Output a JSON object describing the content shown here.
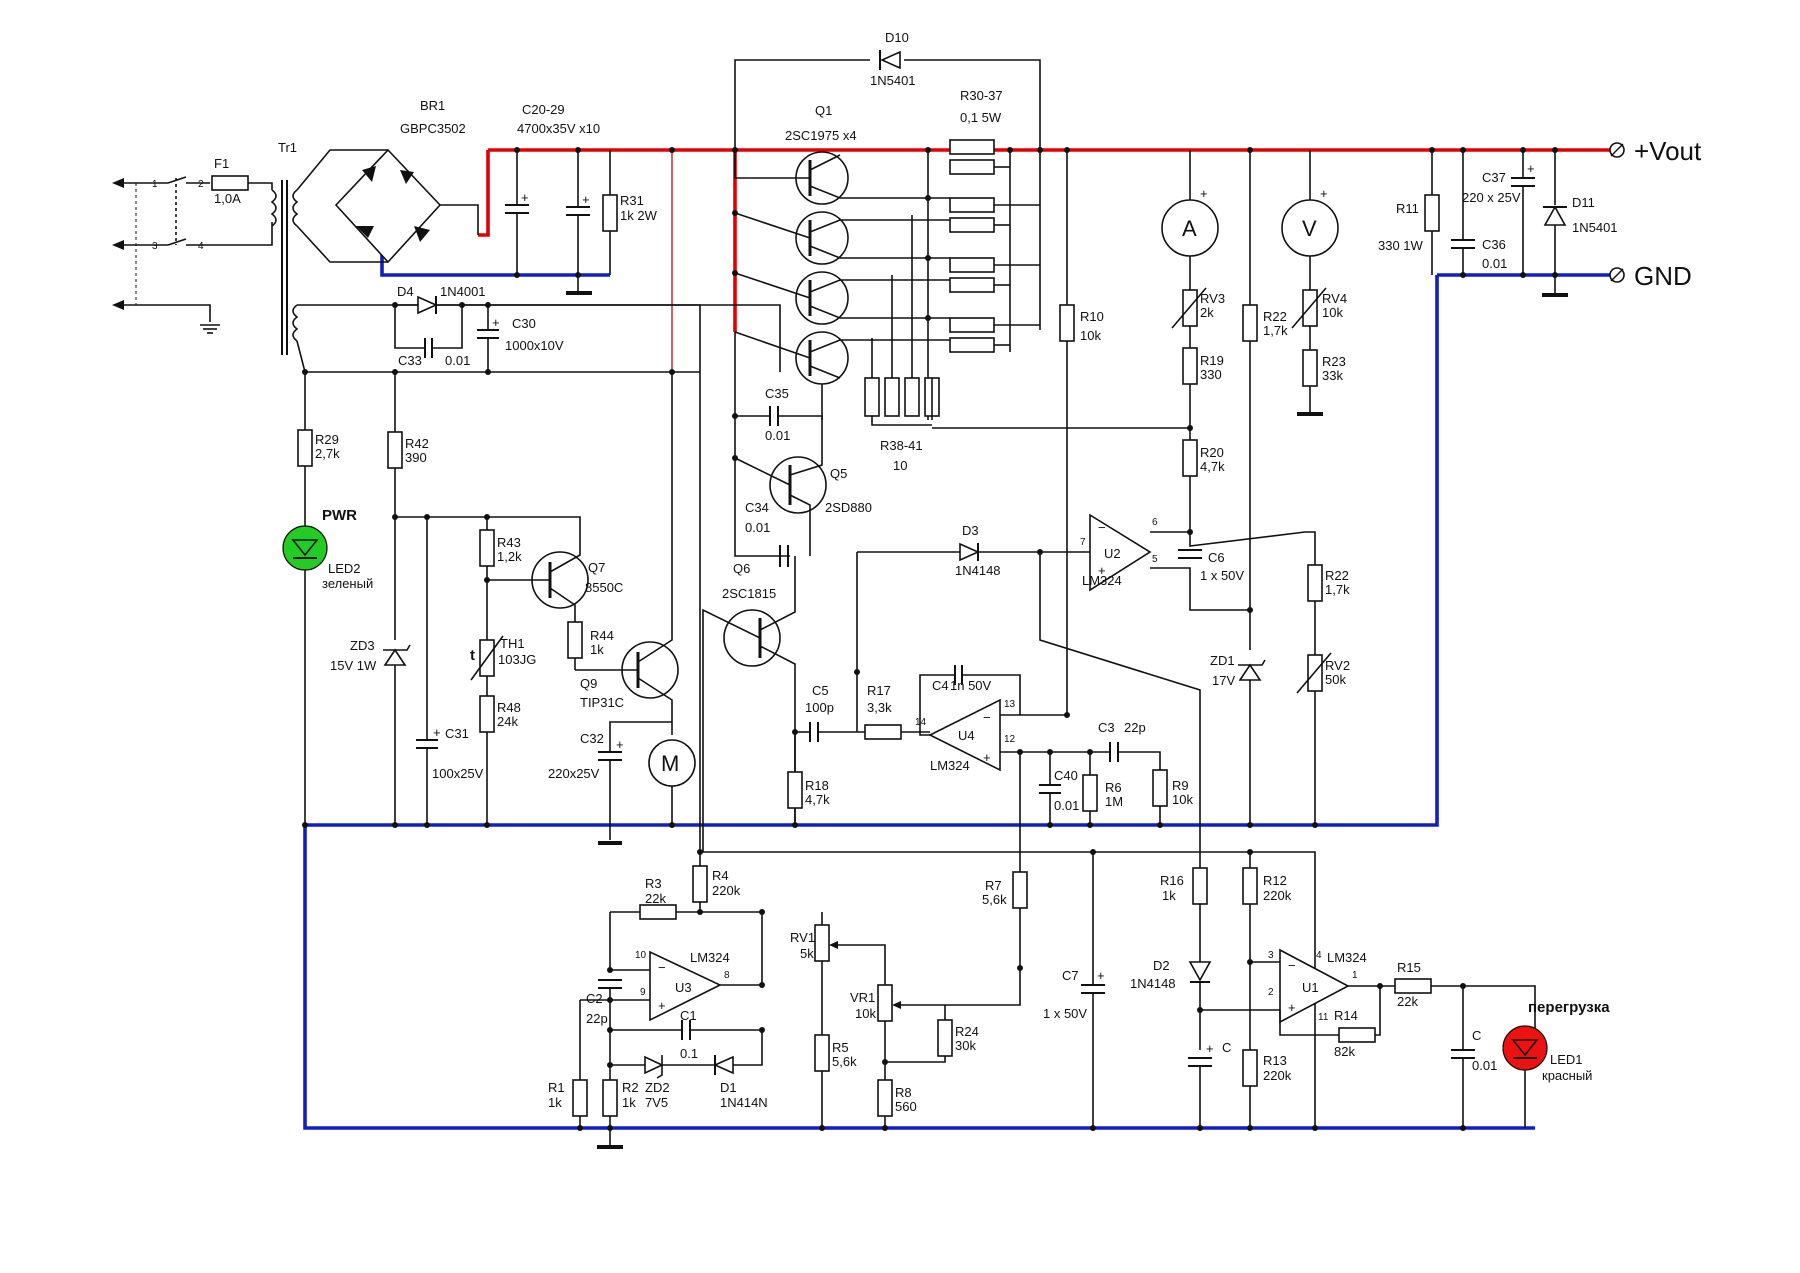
{
  "diagram": {
    "terminals": {
      "vout": "+Vout",
      "gnd": "GND"
    },
    "meters": {
      "ammeter": "A",
      "voltmeter": "V",
      "plus": "+"
    },
    "motor": "M",
    "labels": {
      "br1": "BR1",
      "br1_part": "GBPC3502",
      "tr1": "Tr1",
      "f1": "F1",
      "f1_val": "1,0A",
      "pin1": "1",
      "pin2": "2",
      "pin3": "3",
      "pin4": "4",
      "c20": "C20-29",
      "c20_val": "4700x35V   x10",
      "r31": "R31",
      "r31_val": "1k 2W",
      "d10": "D10",
      "d10_part": "1N5401",
      "q1": "Q1",
      "q1_part": "2SC1975   x4",
      "r30": "R30-37",
      "r30_val": "0,1 5W",
      "r38": "R38-41",
      "r38_val": "10",
      "c35": "C35",
      "c35_val": "0.01",
      "q5": "Q5",
      "q5_part": "2SD880",
      "c34": "C34",
      "c34_val": "0.01",
      "q6": "Q6",
      "q6_part": "2SC1815",
      "d4": "D4",
      "d4_part": "1N4001",
      "c30": "C30",
      "c30_val": "1000x10V",
      "c33": "C33",
      "c33_val": "0.01",
      "r29": "R29",
      "r29_val": "2,7k",
      "pwr": "PWR",
      "led2": "LED2",
      "led2_col": "зеленый",
      "r42": "R42",
      "r42_val": "390",
      "r43": "R43",
      "r43_val": "1,2k",
      "q7": "Q7",
      "q7_part": "8550C",
      "r44": "R44",
      "r44_val": "1k",
      "th1": "TH1",
      "th1_val": "103JG",
      "th1_t": "t",
      "r48": "R48",
      "r48_val": "24k",
      "q9": "Q9",
      "q9_part": "TIP31C",
      "zd3": "ZD3",
      "zd3_val": "15V 1W",
      "c31": "C31",
      "c31_val": "100x25V",
      "c32": "C32",
      "c32_val": "220x25V",
      "r10": "R10",
      "r10_val": "10k",
      "r22a": "R22",
      "r22a_val": "1,7k",
      "r22b": "R22",
      "r22b_val": "1,7k",
      "rv3": "RV3",
      "rv3_val": "2k",
      "r19": "R19",
      "r19_val": "330",
      "r20": "R20",
      "r20_val": "4,7k",
      "rv4": "RV4",
      "rv4_val": "10k",
      "r23": "R23",
      "r23_val": "33k",
      "r11": "R11",
      "r11_val": "330  1W",
      "c37": "C37",
      "c37_val": "220 x 25V",
      "c36": "C36",
      "c36_val": "0.01",
      "d11": "D11",
      "d11_part": "1N5401",
      "d3": "D3",
      "d3_part": "1N4148",
      "u2": "U2",
      "u2_part": "LM324",
      "c6": "C6",
      "c6_val": "1 x 50V",
      "zd1": "ZD1",
      "zd1_val": "17V",
      "rv2": "RV2",
      "rv2_val": "50k",
      "c5": "C5",
      "c5_val": "100p",
      "r17": "R17",
      "r17_val": "3,3k",
      "c4": "C4",
      "c4_val": "1n 50V",
      "u4": "U4",
      "u4_part": "LM324",
      "c3": "C3",
      "c3_val": "22p",
      "c40": "C40",
      "c40_val": "0.01",
      "r6": "R6",
      "r6_val": "1M",
      "r9": "R9",
      "r9_val": "10k",
      "r18": "R18",
      "r18_val": "4,7k",
      "r3": "R3",
      "r3_val": "22k",
      "r4": "R4",
      "r4_val": "220k",
      "u3_part": "LM324",
      "u3": "U3",
      "rv1": "RV1",
      "rv1_val": "5k",
      "vr1": "VR1",
      "vr1_val": "10k",
      "r24": "R24",
      "r24_val": "30k",
      "r5": "R5",
      "r5_val": "5,6k",
      "r8": "R8",
      "r8_val": "560",
      "r7": "R7",
      "r7_val": "5,6k",
      "c2": "C2",
      "c2_val": "22p",
      "c1": "C1",
      "c1_val": "0.1",
      "zd2": "ZD2",
      "zd2_val": "7V5",
      "d1": "D1",
      "d1_part": "1N414N",
      "r1": "R1",
      "r1_val": "1k",
      "r2": "R2",
      "r2_val": "1k",
      "c7": "C7",
      "c7_val": "1 x 50V",
      "r16": "R16",
      "r16_val": "1k",
      "d2": "D2",
      "d2_part": "1N4148",
      "c_d2": "C",
      "r12": "R12",
      "r12_val": "220k",
      "r13": "R13",
      "r13_val": "220k",
      "u1": "U1",
      "u1_part": "LM324",
      "r15": "R15",
      "r15_val": "22k",
      "r14": "R14",
      "r14_val": "82k",
      "c_led": "C",
      "c_led_val": "0.01",
      "overload": "перегрузка",
      "led1": "LED1",
      "led1_col": "красный",
      "pin_u2_6": "6",
      "pin_u2_5": "5",
      "pin_u2_7": "7",
      "pin_u4_13": "13",
      "pin_u4_12": "12",
      "pin_u4_14": "14",
      "pin_u3_10": "10",
      "pin_u3_9": "9",
      "pin_u3_8": "8",
      "pin_u1_3": "3",
      "pin_u1_2": "2",
      "pin_u1_4": "4",
      "pin_u1_1": "1",
      "pin_u1_11": "11",
      "minus": "−",
      "plus": "+"
    }
  },
  "colors": {
    "positive_rail": "#e00000",
    "ground_rail": "#1020c0",
    "led_green": "#22cc22",
    "led_red": "#ee1111"
  }
}
